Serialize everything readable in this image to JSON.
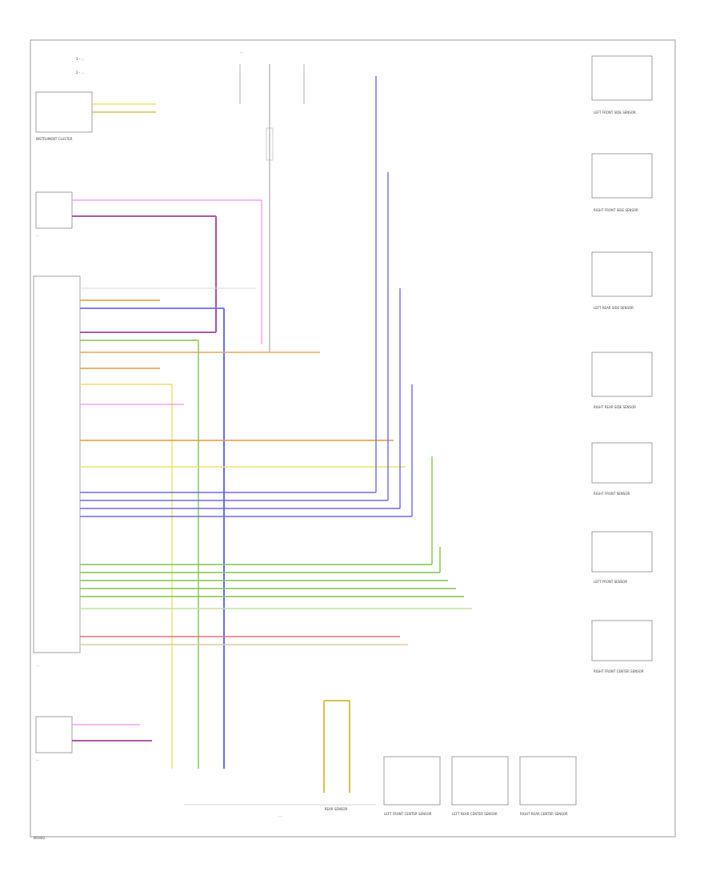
{
  "diagram": {
    "id_code": "W1042",
    "legend": [
      "1 - ...",
      "2 - ..."
    ],
    "central_note": "...",
    "main_module_label": "...",
    "cassette_label": "...",
    "lower_left_module_label": "...",
    "upper_left_module_label": "...",
    "instrument_cluster_label": "INSTRUMENT CLUSTER",
    "sensors_right": [
      {
        "label": "LEFT FRONT SIDE SENSOR"
      },
      {
        "label": "RIGHT FRONT SIDE SENSOR"
      },
      {
        "label": "LEFT REAR SIDE SENSOR"
      },
      {
        "label": "RIGHT REAR SIDE SENSOR"
      },
      {
        "label": "RIGHT FRONT SENSOR"
      },
      {
        "label": "LEFT FRONT SENSOR"
      },
      {
        "label": "RIGHT FRONT CENTER SENSOR"
      }
    ],
    "sensors_bottom": [
      {
        "label": "LEFT FRONT CENTER SENSOR"
      },
      {
        "label": "LEFT REAR CENTER SENSOR"
      },
      {
        "label": "RIGHT REAR CENTER SENSOR"
      }
    ],
    "rear_sensor_label": "REAR SENSOR"
  }
}
